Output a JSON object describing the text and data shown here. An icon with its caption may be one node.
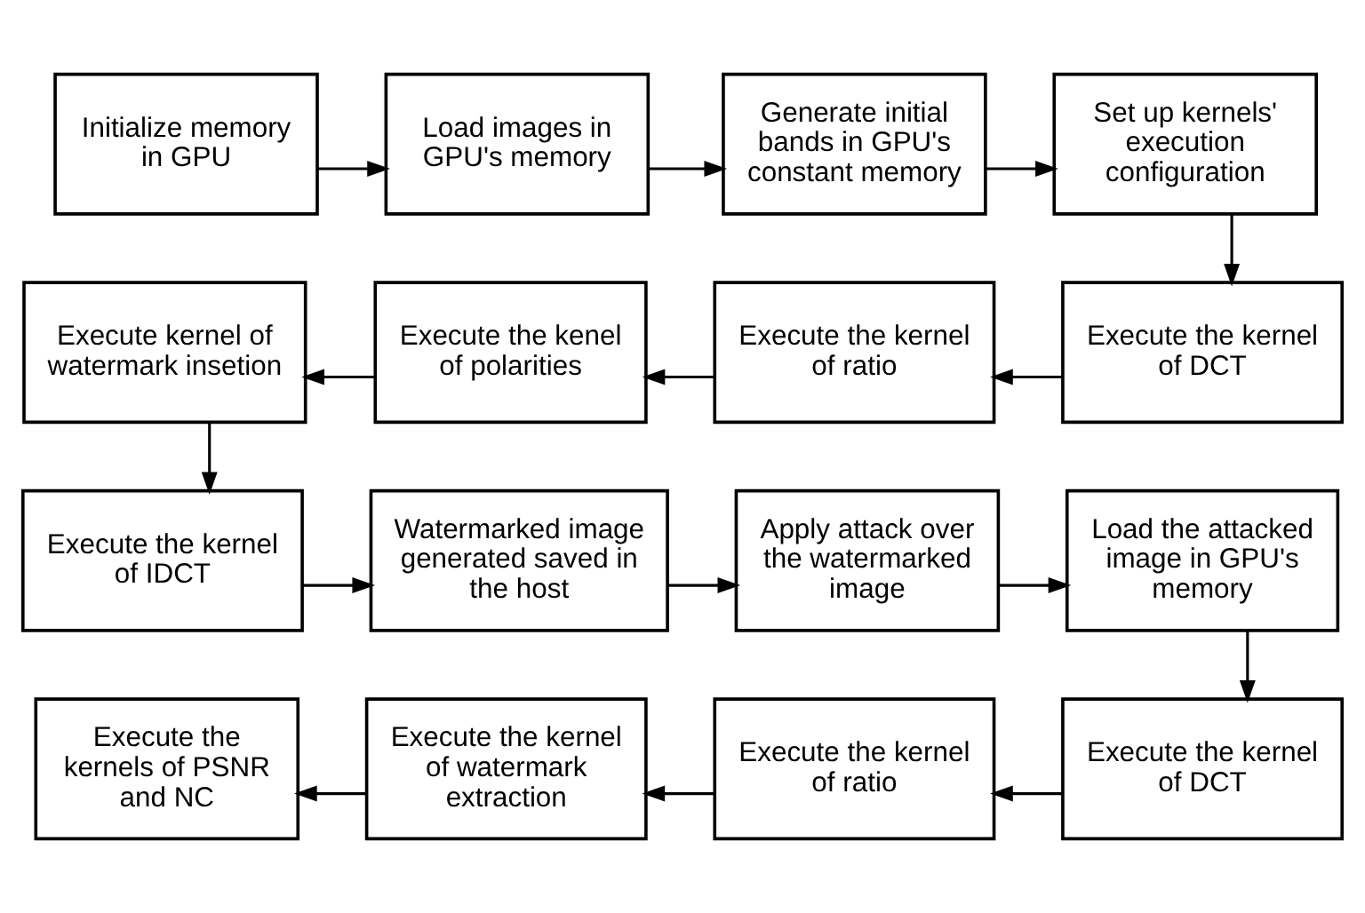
{
  "diagram": {
    "nodes": [
      {
        "text": [
          "Initialize memory in GPU"
        ]
      },
      {
        "text": [
          "Load images in GPU's memory"
        ]
      },
      {
        "text": [
          "Generate initial bands in GPU's constant memory"
        ]
      },
      {
        "text": [
          "Set up kernels' execution configuration"
        ]
      },
      {
        "text": [
          "Execute kernel of watermark insetion"
        ]
      },
      {
        "text": [
          "Execute the kenel of polarities"
        ]
      },
      {
        "text": [
          "Execute the kernel of ratio"
        ]
      },
      {
        "text": [
          "Execute the kernel of DCT"
        ]
      },
      {
        "text": [
          "Execute the kernel of IDCT"
        ]
      },
      {
        "text": [
          "Watermarked image generated saved in the host"
        ]
      },
      {
        "text": [
          "Apply attack over the watermarked image"
        ]
      },
      {
        "text": [
          "Load the attacked image in GPU's memory"
        ]
      },
      {
        "text": [
          "Execute the kernels of PSNR and NC"
        ]
      },
      {
        "text": [
          "Execute the kernel of watermark extraction"
        ]
      },
      {
        "text": [
          "Execute the kernel of ratio"
        ]
      },
      {
        "text": [
          "Execute the kernel of DCT"
        ]
      }
    ],
    "edges": [
      {
        "from": 0,
        "to": 1,
        "arrow": "to"
      },
      {
        "from": 1,
        "to": 2,
        "arrow": "to"
      },
      {
        "from": 2,
        "to": 3,
        "arrow": "to"
      },
      {
        "from": 3,
        "to": 7,
        "arrow": "to"
      },
      {
        "from": 7,
        "to": 6,
        "arrow": "to"
      },
      {
        "from": 6,
        "to": 5,
        "arrow": "to"
      },
      {
        "from": 5,
        "to": 4,
        "arrow": "to"
      },
      {
        "from": 4,
        "to": 8,
        "arrow": "to"
      },
      {
        "from": 8,
        "to": 9,
        "arrow": "to"
      },
      {
        "from": 9,
        "to": 10,
        "arrow": "to"
      },
      {
        "from": 10,
        "to": 11,
        "arrow": "to"
      },
      {
        "from": 11,
        "to": 15,
        "arrow": "to"
      },
      {
        "from": 15,
        "to": 14,
        "arrow": "to"
      },
      {
        "from": 14,
        "to": 13,
        "arrow": "to"
      },
      {
        "from": 13,
        "to": 12,
        "arrow": "to"
      }
    ]
  }
}
